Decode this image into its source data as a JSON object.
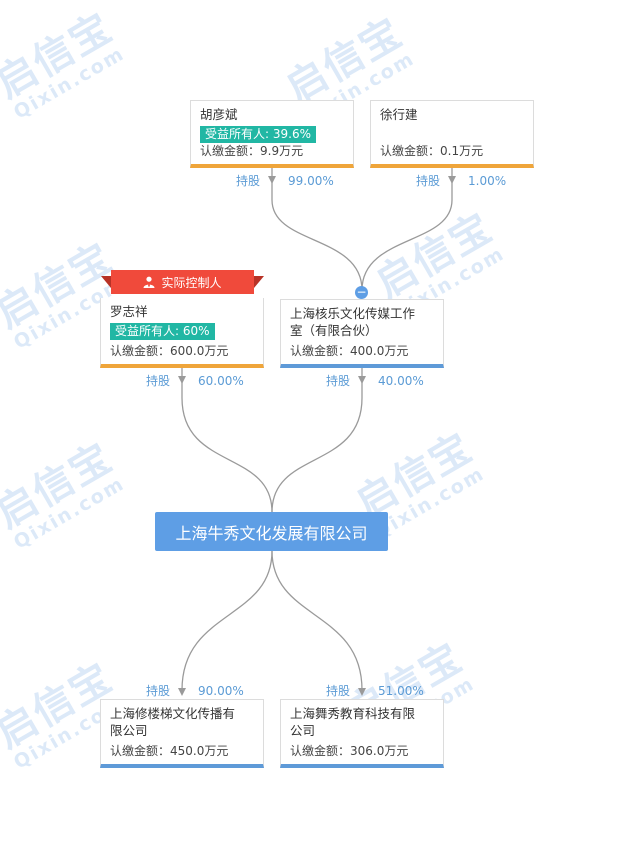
{
  "watermark": {
    "big": "启信宝",
    "small": "Qixin.com"
  },
  "nodes": {
    "hu": {
      "name": "胡彦斌",
      "badge": "受益所有人: 39.6%",
      "amount": "认缴金额：9.9万元"
    },
    "xu": {
      "name": "徐行建",
      "amount": "认缴金额：0.1万元"
    },
    "luo": {
      "tag": "实际控制人",
      "name": "罗志祥",
      "badge": "受益所有人: 60%",
      "amount": "认缴金额：600.0万元"
    },
    "hele": {
      "name_line1": "上海核乐文化传媒工作",
      "name_line2": "室（有限合伙）",
      "amount": "认缴金额：400.0万元"
    },
    "main": {
      "name": "上海牛秀文化发展有限公司"
    },
    "xiulou": {
      "name_line1": "上海修楼梯文化传播有",
      "name_line2": "限公司",
      "amount": "认缴金额：450.0万元"
    },
    "wuxiu": {
      "name_line1": "上海舞秀教育科技有限",
      "name_line2": "公司",
      "amount": "认缴金额：306.0万元"
    }
  },
  "edges": {
    "hu_hele": {
      "label": "持股",
      "pct": "99.00%"
    },
    "xu_hele": {
      "label": "持股",
      "pct": "1.00%"
    },
    "luo_main": {
      "label": "持股",
      "pct": "60.00%"
    },
    "hele_main": {
      "label": "持股",
      "pct": "40.00%"
    },
    "main_xiulou": {
      "label": "持股",
      "pct": "90.00%"
    },
    "main_wuxiu": {
      "label": "持股",
      "pct": "51.00%"
    }
  },
  "colors": {
    "orange_bar": "#efa53a",
    "blue_bar": "#5e9ad8",
    "badge": "#21b7a4",
    "main_node": "#5e9ee5",
    "controller_tag": "#f04a3b",
    "edge_label": "#5b9bd5"
  },
  "icons": {
    "controller": "person-icon",
    "collapse": "minus-circle-icon"
  }
}
